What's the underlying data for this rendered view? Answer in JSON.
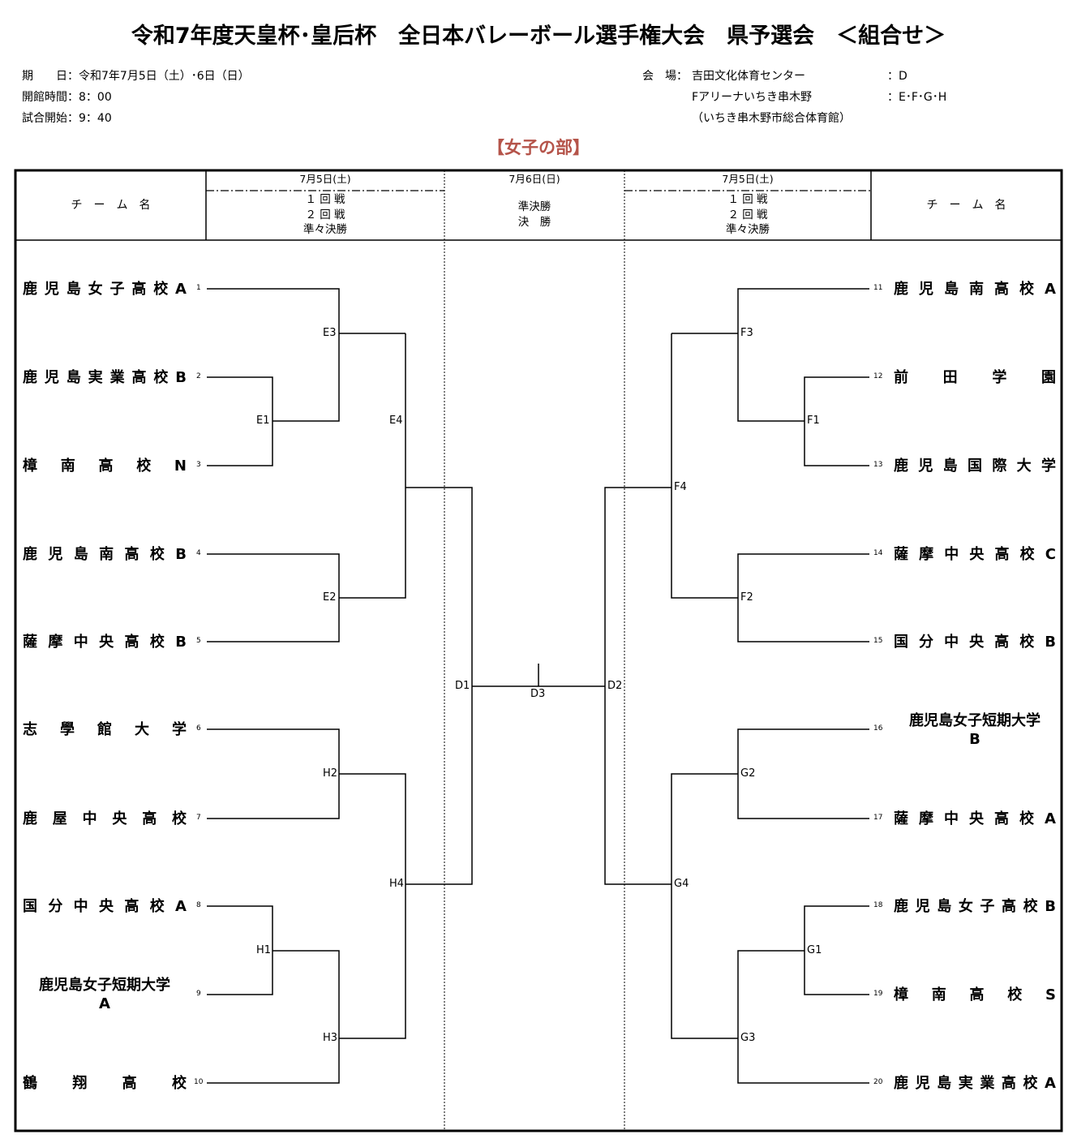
{
  "header": {
    "title": "令和7年度天皇杯･皇后杯　全日本バレーボール選手権大会　県予選会　＜組合せ＞",
    "date_line": "期　　日：令和7年7月5日（土）･6日（日）",
    "open_line": "開館時間：8：00",
    "start_line": "試合開始：9：40",
    "venue_label": "会　場：",
    "venue1": "吉田文化体育センター",
    "venue1_courts": "：D",
    "venue2": "Fアリーナいちき串木野",
    "venue2_courts": "：E･F･G･H",
    "venue2_note": "（いちき串木野市総合体育館）"
  },
  "section_title": "【女子の部】",
  "table_header": {
    "team_name": "チ　ー　ム　名",
    "left_date": "7月5日(土)",
    "left_rounds": [
      "１ 回 戦",
      "２ 回 戦",
      "準々決勝"
    ],
    "center_date": "7月6日(日)",
    "center_rounds": [
      "準決勝",
      "決　勝"
    ],
    "right_date": "7月5日(土)",
    "right_rounds": [
      "１ 回 戦",
      "２ 回 戦",
      "準々決勝"
    ]
  },
  "teams_left": [
    {
      "seed": "1",
      "name": "鹿児島女子高校A"
    },
    {
      "seed": "2",
      "name": "鹿児島実業高校B"
    },
    {
      "seed": "3",
      "name": "樟南高校N"
    },
    {
      "seed": "4",
      "name": "鹿児島南高校B"
    },
    {
      "seed": "5",
      "name": "薩摩中央高校B"
    },
    {
      "seed": "6",
      "name": "志學館大学"
    },
    {
      "seed": "7",
      "name": "鹿屋中央高校"
    },
    {
      "seed": "8",
      "name": "国分中央高校A"
    },
    {
      "seed": "9",
      "name": "鹿児島女子短期大学",
      "name2": "A"
    },
    {
      "seed": "10",
      "name": "鶴翔高校"
    }
  ],
  "teams_right": [
    {
      "seed": "11",
      "name": "鹿児島南高校A"
    },
    {
      "seed": "12",
      "name": "前田学園"
    },
    {
      "seed": "13",
      "name": "鹿児島国際大学"
    },
    {
      "seed": "14",
      "name": "薩摩中央高校C"
    },
    {
      "seed": "15",
      "name": "国分中央高校B"
    },
    {
      "seed": "16",
      "name": "鹿児島女子短期大学",
      "name2": "B"
    },
    {
      "seed": "17",
      "name": "薩摩中央高校A"
    },
    {
      "seed": "18",
      "name": "鹿児島女子高校B"
    },
    {
      "seed": "19",
      "name": "樟南高校S"
    },
    {
      "seed": "20",
      "name": "鹿児島実業高校A"
    }
  ],
  "matches": {
    "E1": "E1",
    "E2": "E2",
    "E3": "E3",
    "E4": "E4",
    "H1": "H1",
    "H2": "H2",
    "H3": "H3",
    "H4": "H4",
    "F1": "F1",
    "F2": "F2",
    "F3": "F3",
    "F4": "F4",
    "G1": "G1",
    "G2": "G2",
    "G3": "G3",
    "G4": "G4",
    "D1": "D1",
    "D2": "D2",
    "D3": "D3"
  }
}
